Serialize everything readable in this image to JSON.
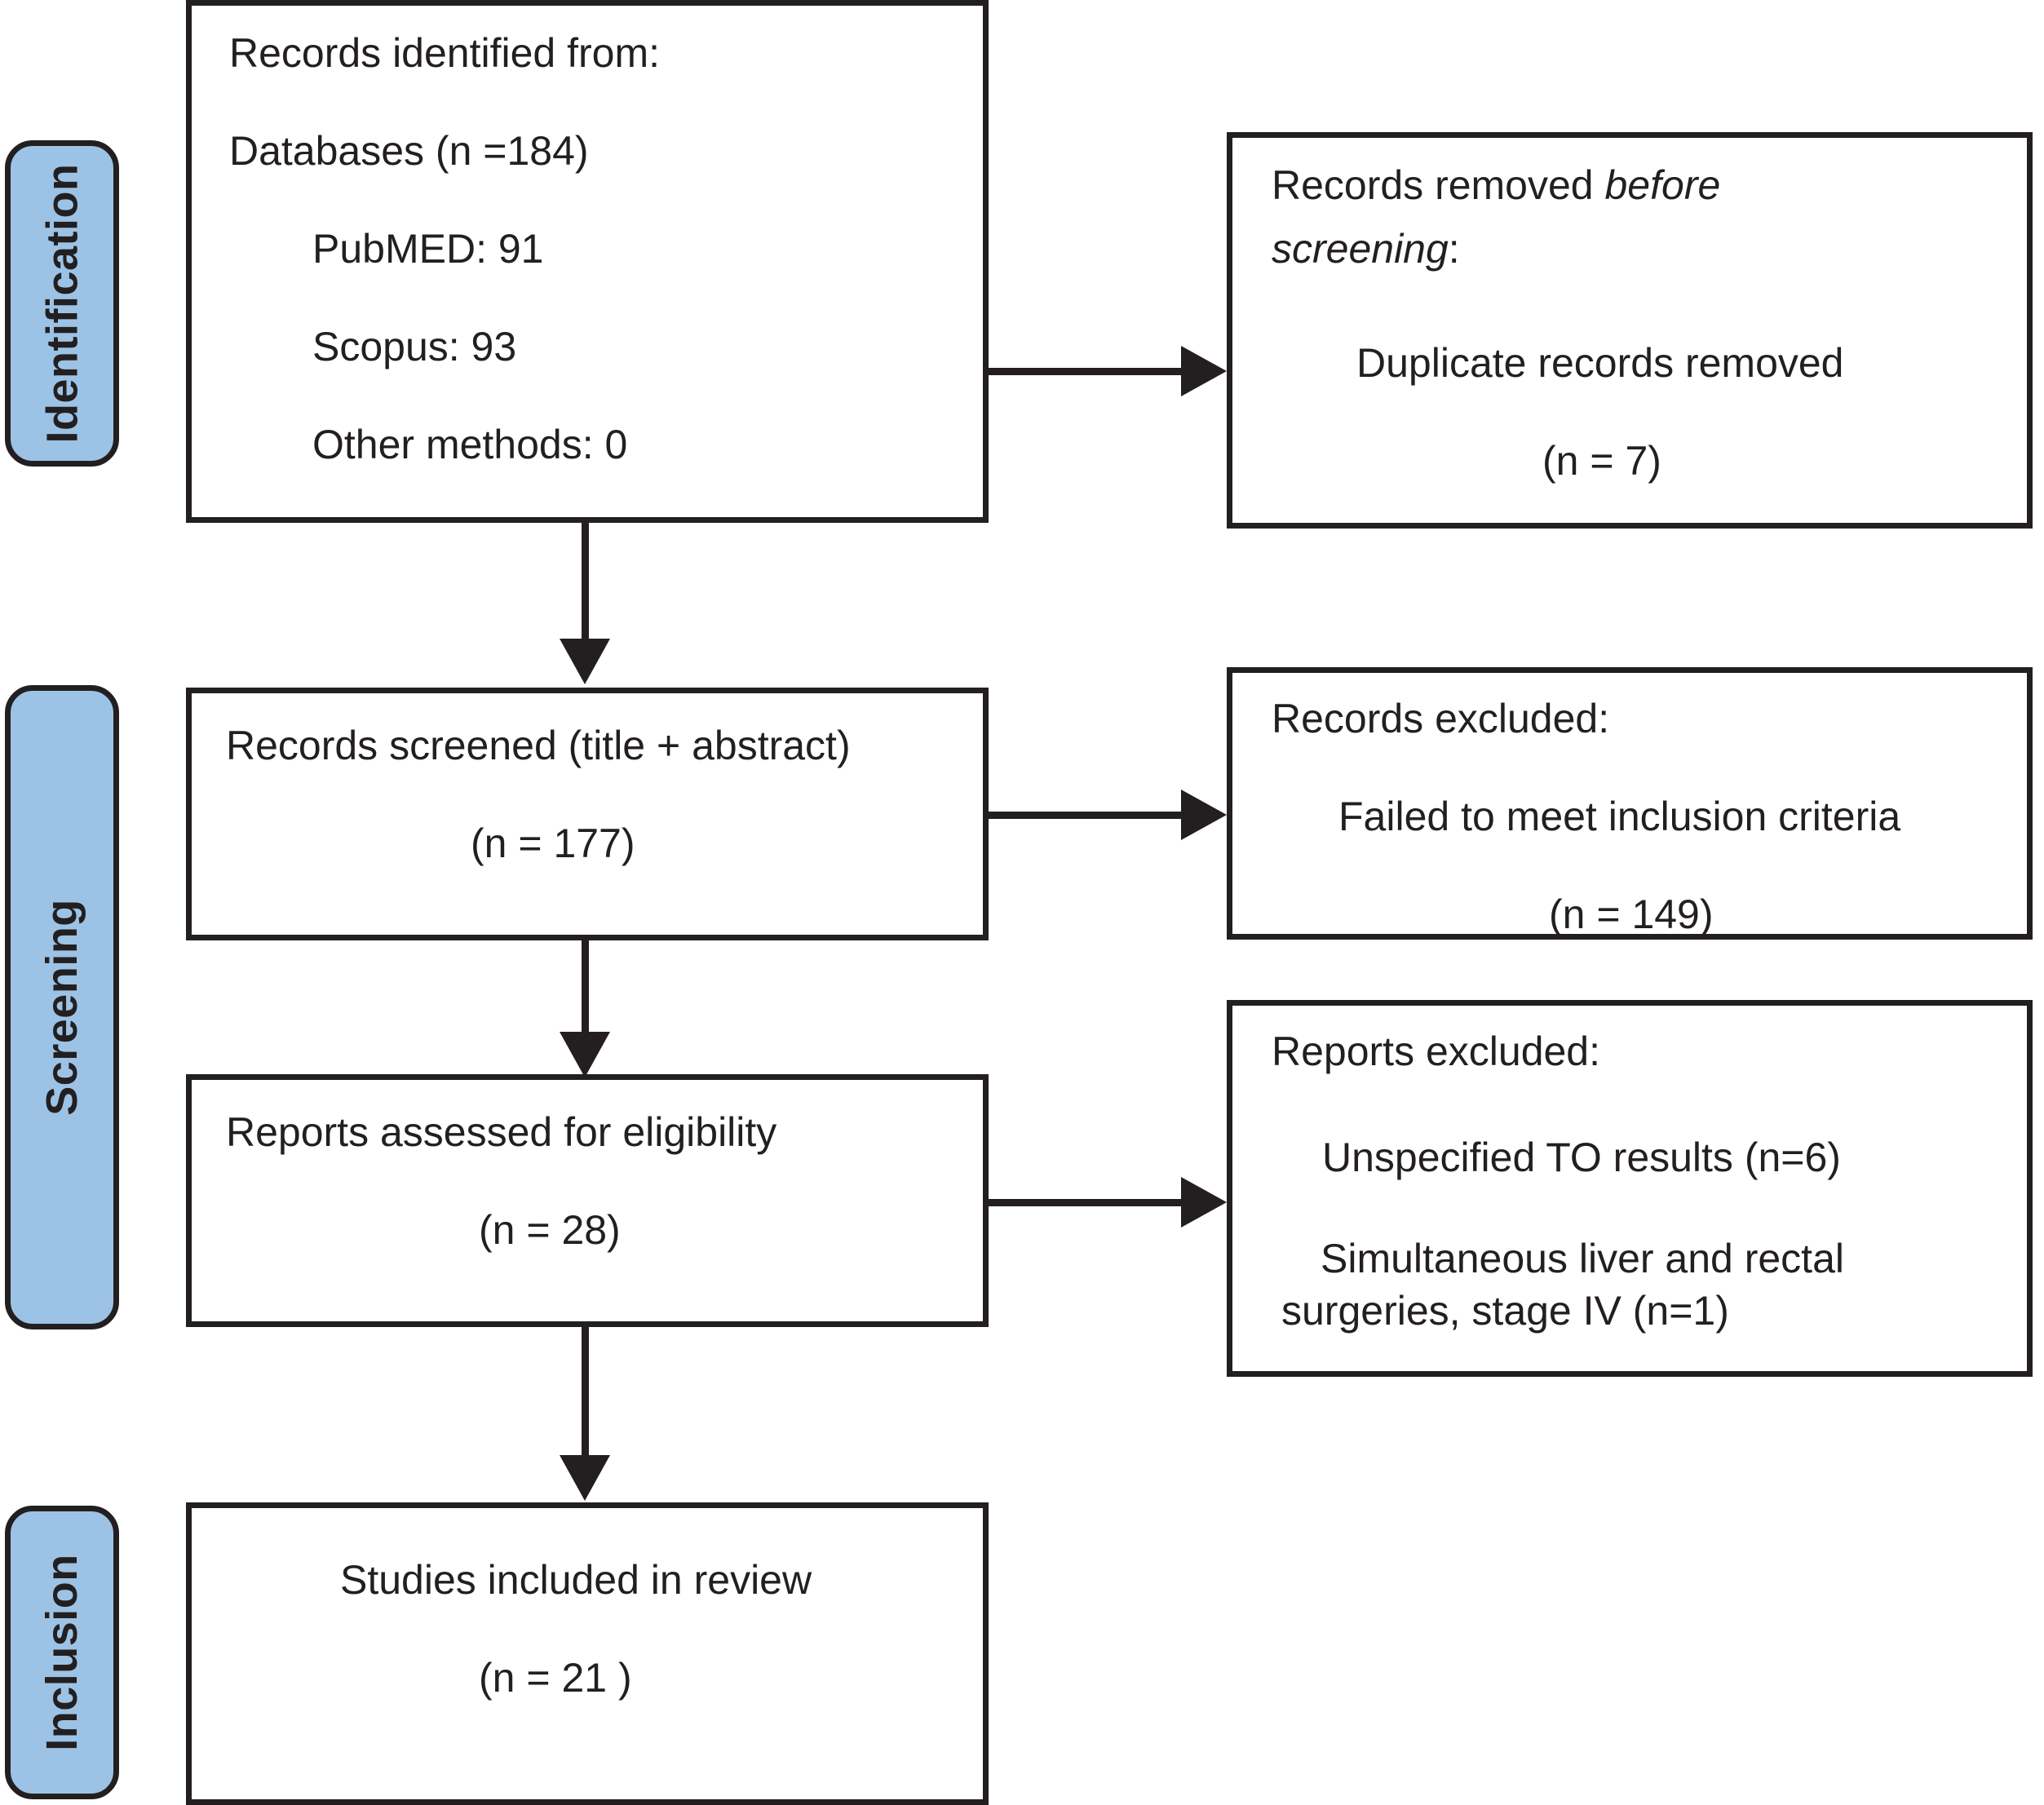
{
  "diagram": {
    "title": "PRISMA flow diagram",
    "accent_color": "#9cc3e5",
    "line_color": "#231f20",
    "background_color": "#ffffff"
  },
  "phases": [
    {
      "id": "identification",
      "label": "Identification"
    },
    {
      "id": "screening",
      "label": "Screening"
    },
    {
      "id": "inclusion",
      "label": "Inclusion"
    }
  ],
  "boxes": {
    "records_identified": {
      "line1": "Records identified from:",
      "line2": "Databases (n =184)",
      "line3": "PubMED: 91",
      "line4": "Scopus: 93",
      "line5": "Other methods: 0"
    },
    "records_removed": {
      "line1a": "Records removed ",
      "line1b": "before",
      "line2": "screening",
      "line2b": ":",
      "line3": "Duplicate records removed",
      "line4": "(n = 7)"
    },
    "records_screened": {
      "line1": "Records screened (title + abstract)",
      "line2": "(n = 177)"
    },
    "records_excluded": {
      "line1": "Records excluded:",
      "line2": "Failed to meet inclusion criteria",
      "line3": "(n = 149)"
    },
    "reports_assessed": {
      "line1": "Reports assessed for eligibility",
      "line2": "(n = 28)"
    },
    "reports_excluded": {
      "line1": "Reports excluded:",
      "line2": "Unspecified TO results (n=6)",
      "line3": "Simultaneous liver and rectal surgeries, stage IV (n=1)"
    },
    "studies_included": {
      "line1": "Studies included in review",
      "line2": "(n = 21 )"
    }
  },
  "chart_data": {
    "type": "diagram",
    "title": "PRISMA 2020 flow diagram",
    "nodes": [
      {
        "id": "records_identified",
        "phase": "Identification",
        "text": "Records identified from: Databases (n =184); PubMED: 91; Scopus: 93; Other methods: 0",
        "n": 184
      },
      {
        "id": "records_removed",
        "phase": "Identification",
        "text": "Records removed before screening: Duplicate records removed (n = 7)",
        "n": 7
      },
      {
        "id": "records_screened",
        "phase": "Screening",
        "text": "Records screened (title + abstract) (n = 177)",
        "n": 177
      },
      {
        "id": "records_excluded",
        "phase": "Screening",
        "text": "Records excluded: Failed to meet inclusion criteria (n = 149)",
        "n": 149
      },
      {
        "id": "reports_assessed",
        "phase": "Screening",
        "text": "Reports assessed for eligibility (n = 28)",
        "n": 28
      },
      {
        "id": "reports_excluded",
        "phase": "Screening",
        "text": "Reports excluded: Unspecified TO results (n=6); Simultaneous liver and rectal surgeries, stage IV (n=1)",
        "n": 7
      },
      {
        "id": "studies_included",
        "phase": "Inclusion",
        "text": "Studies included in review (n = 21 )",
        "n": 21
      }
    ],
    "edges": [
      {
        "from": "records_identified",
        "to": "records_removed",
        "direction": "right"
      },
      {
        "from": "records_identified",
        "to": "records_screened",
        "direction": "down"
      },
      {
        "from": "records_screened",
        "to": "records_excluded",
        "direction": "right"
      },
      {
        "from": "records_screened",
        "to": "reports_assessed",
        "direction": "down"
      },
      {
        "from": "reports_assessed",
        "to": "reports_excluded",
        "direction": "right"
      },
      {
        "from": "reports_assessed",
        "to": "studies_included",
        "direction": "down"
      }
    ]
  }
}
